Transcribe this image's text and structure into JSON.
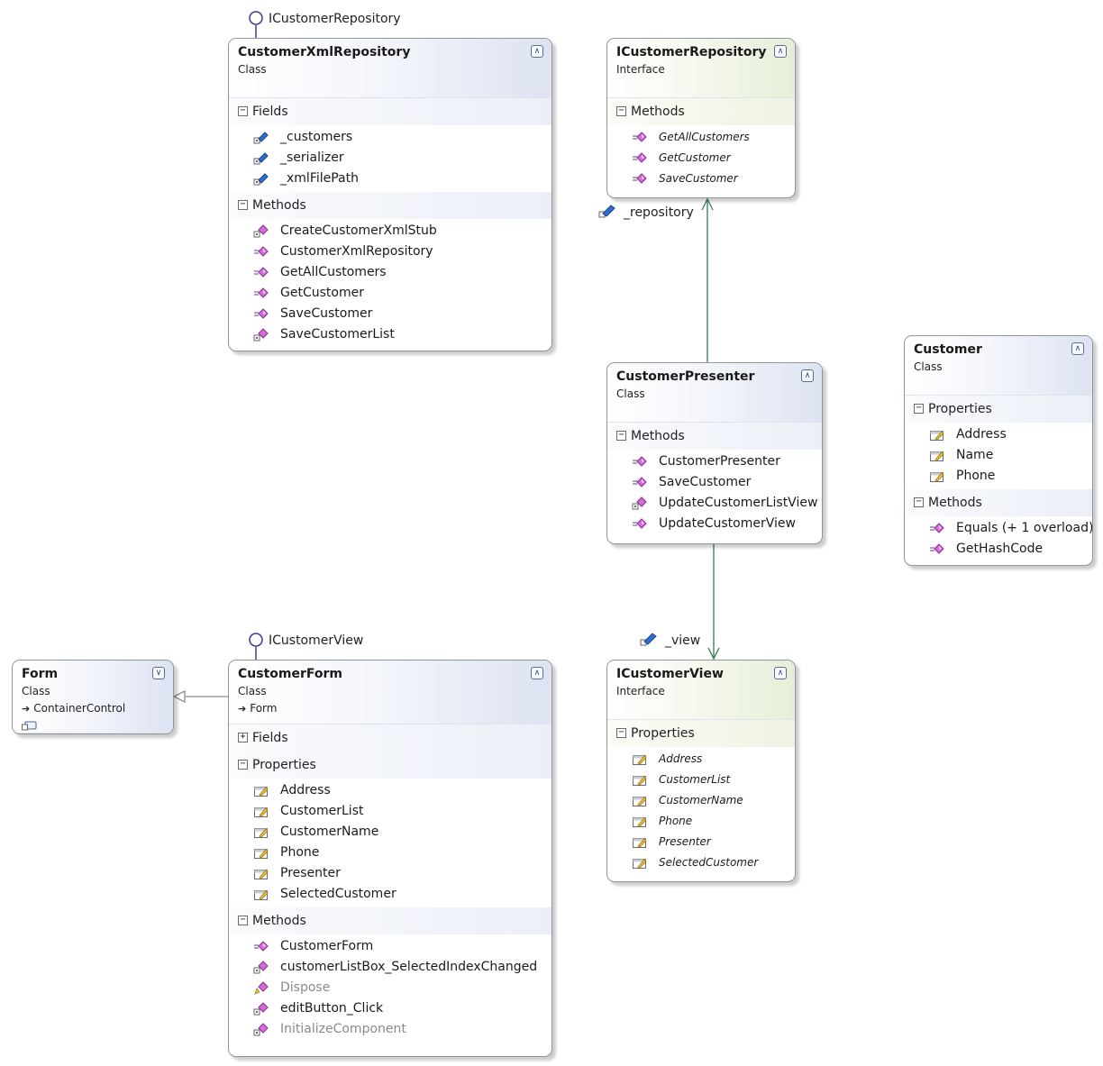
{
  "shapes": {
    "customer_xml_repository": {
      "name": "CustomerXmlRepository",
      "kind": "Class",
      "lollipop": "ICustomerRepository",
      "sections": [
        {
          "title": "Fields",
          "expanded": true,
          "members": [
            {
              "name": "_customers",
              "icon": "private-field-icon"
            },
            {
              "name": "_serializer",
              "icon": "private-field-icon"
            },
            {
              "name": "_xmlFilePath",
              "icon": "private-field-icon"
            }
          ]
        },
        {
          "title": "Methods",
          "expanded": true,
          "members": [
            {
              "name": "CreateCustomerXmlStub",
              "icon": "private-method-icon"
            },
            {
              "name": "CustomerXmlRepository",
              "icon": "method-icon"
            },
            {
              "name": "GetAllCustomers",
              "icon": "method-icon"
            },
            {
              "name": "GetCustomer",
              "icon": "method-icon"
            },
            {
              "name": "SaveCustomer",
              "icon": "method-icon"
            },
            {
              "name": "SaveCustomerList",
              "icon": "private-method-icon"
            }
          ]
        }
      ]
    },
    "icustomer_repository": {
      "name": "ICustomerRepository",
      "kind": "Interface",
      "sections": [
        {
          "title": "Methods",
          "expanded": true,
          "members": [
            {
              "name": "GetAllCustomers",
              "icon": "method-icon"
            },
            {
              "name": "GetCustomer",
              "icon": "method-icon"
            },
            {
              "name": "SaveCustomer",
              "icon": "method-icon"
            }
          ]
        }
      ]
    },
    "customer_presenter": {
      "name": "CustomerPresenter",
      "kind": "Class",
      "sections": [
        {
          "title": "Methods",
          "expanded": true,
          "members": [
            {
              "name": "CustomerPresenter",
              "icon": "method-icon"
            },
            {
              "name": "SaveCustomer",
              "icon": "method-icon"
            },
            {
              "name": "UpdateCustomerListView",
              "icon": "private-method-icon"
            },
            {
              "name": "UpdateCustomerView",
              "icon": "method-icon"
            }
          ]
        }
      ]
    },
    "customer": {
      "name": "Customer",
      "kind": "Class",
      "sections": [
        {
          "title": "Properties",
          "expanded": true,
          "members": [
            {
              "name": "Address",
              "icon": "property-icon"
            },
            {
              "name": "Name",
              "icon": "property-icon"
            },
            {
              "name": "Phone",
              "icon": "property-icon"
            }
          ]
        },
        {
          "title": "Methods",
          "expanded": true,
          "members": [
            {
              "name": "Equals (+ 1 overload)",
              "icon": "method-icon"
            },
            {
              "name": "GetHashCode",
              "icon": "method-icon"
            }
          ]
        }
      ]
    },
    "form": {
      "name": "Form",
      "kind": "Class",
      "base": "ContainerControl",
      "collapsed": true
    },
    "customer_form": {
      "name": "CustomerForm",
      "kind": "Class",
      "base": "Form",
      "lollipop": "ICustomerView",
      "sections": [
        {
          "title": "Fields",
          "expanded": false,
          "members": []
        },
        {
          "title": "Properties",
          "expanded": true,
          "members": [
            {
              "name": "Address",
              "icon": "property-icon"
            },
            {
              "name": "CustomerList",
              "icon": "property-icon"
            },
            {
              "name": "CustomerName",
              "icon": "property-icon"
            },
            {
              "name": "Phone",
              "icon": "property-icon"
            },
            {
              "name": "Presenter",
              "icon": "property-icon"
            },
            {
              "name": "SelectedCustomer",
              "icon": "property-icon"
            }
          ]
        },
        {
          "title": "Methods",
          "expanded": true,
          "members": [
            {
              "name": "CustomerForm",
              "icon": "method-icon"
            },
            {
              "name": "customerListBox_SelectedIndexChanged",
              "icon": "private-method-icon"
            },
            {
              "name": "Dispose",
              "icon": "protected-method-icon",
              "inherited": true
            },
            {
              "name": "editButton_Click",
              "icon": "private-method-icon"
            },
            {
              "name": "InitializeComponent",
              "icon": "private-method-icon",
              "inherited": true
            }
          ]
        }
      ]
    },
    "icustomer_view": {
      "name": "ICustomerView",
      "kind": "Interface",
      "sections": [
        {
          "title": "Properties",
          "expanded": true,
          "members": [
            {
              "name": "Address",
              "icon": "property-icon"
            },
            {
              "name": "CustomerList",
              "icon": "property-icon"
            },
            {
              "name": "CustomerName",
              "icon": "property-icon"
            },
            {
              "name": "Phone",
              "icon": "property-icon"
            },
            {
              "name": "Presenter",
              "icon": "property-icon"
            },
            {
              "name": "SelectedCustomer",
              "icon": "property-icon"
            }
          ]
        }
      ]
    }
  },
  "associations": {
    "repository": "_repository",
    "view": "_view"
  },
  "colors": {
    "class_header": "#dde3f2",
    "interface_header": "#e6eed8",
    "association_line": "#3f7a55",
    "inheritance_line": "#8c8c8c",
    "lollipop": "#3a3a9a"
  }
}
